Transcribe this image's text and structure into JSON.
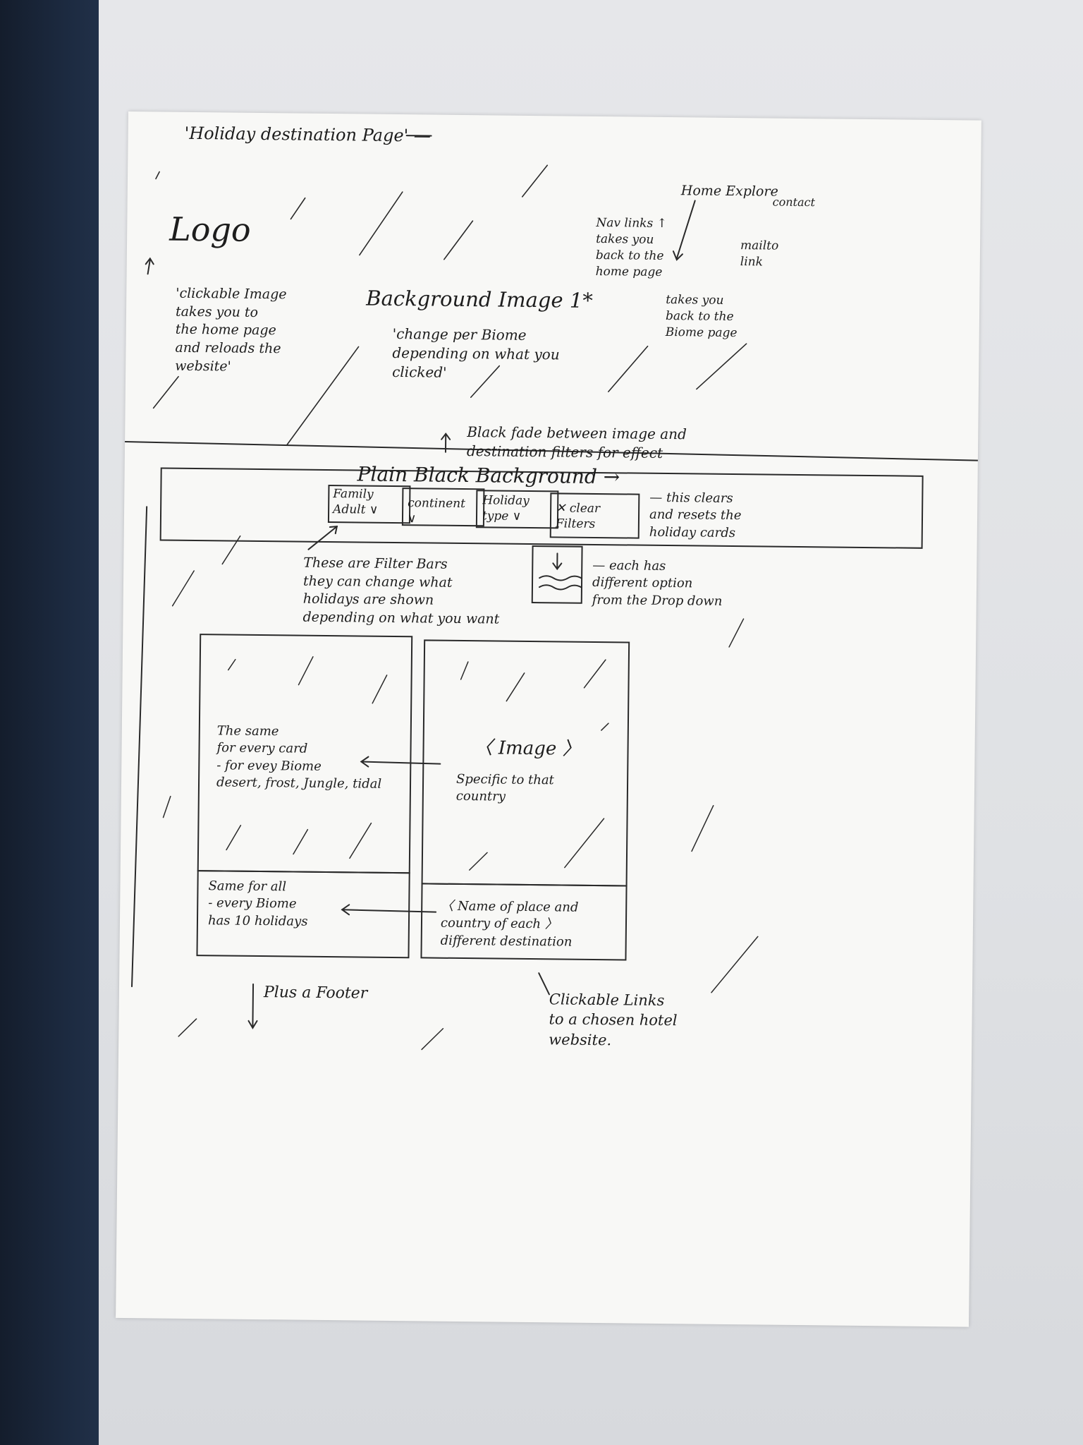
{
  "title": "'Holiday destination Page' —",
  "logo": {
    "label": "Logo",
    "note": "'clickable Image\ntakes you to\nthe home page\nand reloads the\nwebsite'"
  },
  "nav": {
    "items": "Home Explore",
    "items_cont": "contact",
    "mailto": "mailto\nlink",
    "links_note": "Nav links ↑\ntakes you\nback to the\nhome page",
    "biome_note": "takes you\nback to the\nBiome page"
  },
  "hero": {
    "label": "Background Image 1*",
    "note": "'change per Biome\ndepending on what you\nclicked'"
  },
  "fade_note": "Black fade between image and\ndestination filters for effect",
  "plain_bg": "Plain Black Background →",
  "filters": {
    "family": "Family\nAdult ∨",
    "continent": "continent\n∨",
    "holiday_type": "Holiday\ntype ∨",
    "clear": "✕ clear\nFilters",
    "clear_note": "— this clears\nand resets the\nholiday cards",
    "filter_note": "These are Filter Bars\nthey can change what\nholidays are shown\ndepending on what you want",
    "dropdown_note": "— each has\ndifferent option\nfrom the Drop down"
  },
  "card_left": {
    "top": "The same\nfor every card\n- for evey Biome\ndesert, frost, Jungle, tidal",
    "bottom": "Same for all\n- every Biome\nhas 10 holidays"
  },
  "card_right": {
    "image": "〈 Image 〉",
    "image_note": "Specific to that\ncountry",
    "caption": "〈 Name of place and\ncountry of each 〉\ndifferent destination"
  },
  "footer_note": "Plus a Footer",
  "links_note": "Clickable Links\nto a chosen hotel\nwebsite."
}
